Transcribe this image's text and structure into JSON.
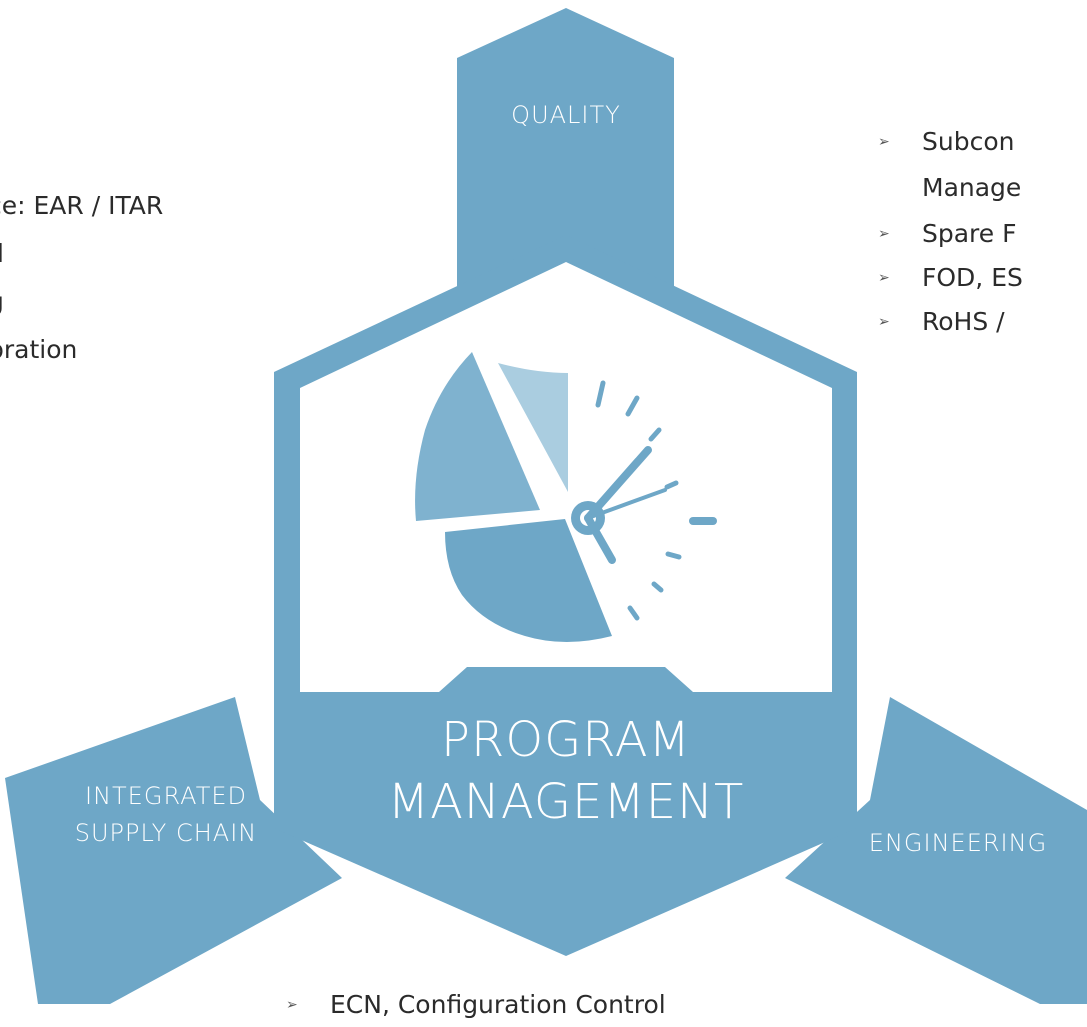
{
  "diagram": {
    "center": {
      "line1": "PROGRAM",
      "line2": "MANAGEMENT"
    },
    "top": {
      "label": "QUALITY"
    },
    "left": {
      "line1": "INTEGRATED",
      "line2": "SUPPLY CHAIN"
    },
    "right": {
      "label": "ENGINEERING"
    }
  },
  "left_list": [
    "ce: EAR / ITAR",
    "d",
    "g",
    "bration"
  ],
  "right_list": [
    {
      "text": "Subcon",
      "bullet": true
    },
    {
      "text": "Manage",
      "bullet": false
    },
    {
      "text": "Spare F",
      "bullet": true
    },
    {
      "text": "FOD, ES",
      "bullet": true
    },
    {
      "text": "RoHS /",
      "bullet": true
    }
  ],
  "bottom_list": [
    "ECN, Configuration Control"
  ],
  "colors": {
    "primary": "#6ea7c7",
    "medium": "#7fb2cf",
    "light": "#aacde0",
    "text": "#2b2b2b"
  },
  "icons": {
    "bullet": "arrowhead-bullet-icon",
    "center": "pie-clock-icon"
  }
}
